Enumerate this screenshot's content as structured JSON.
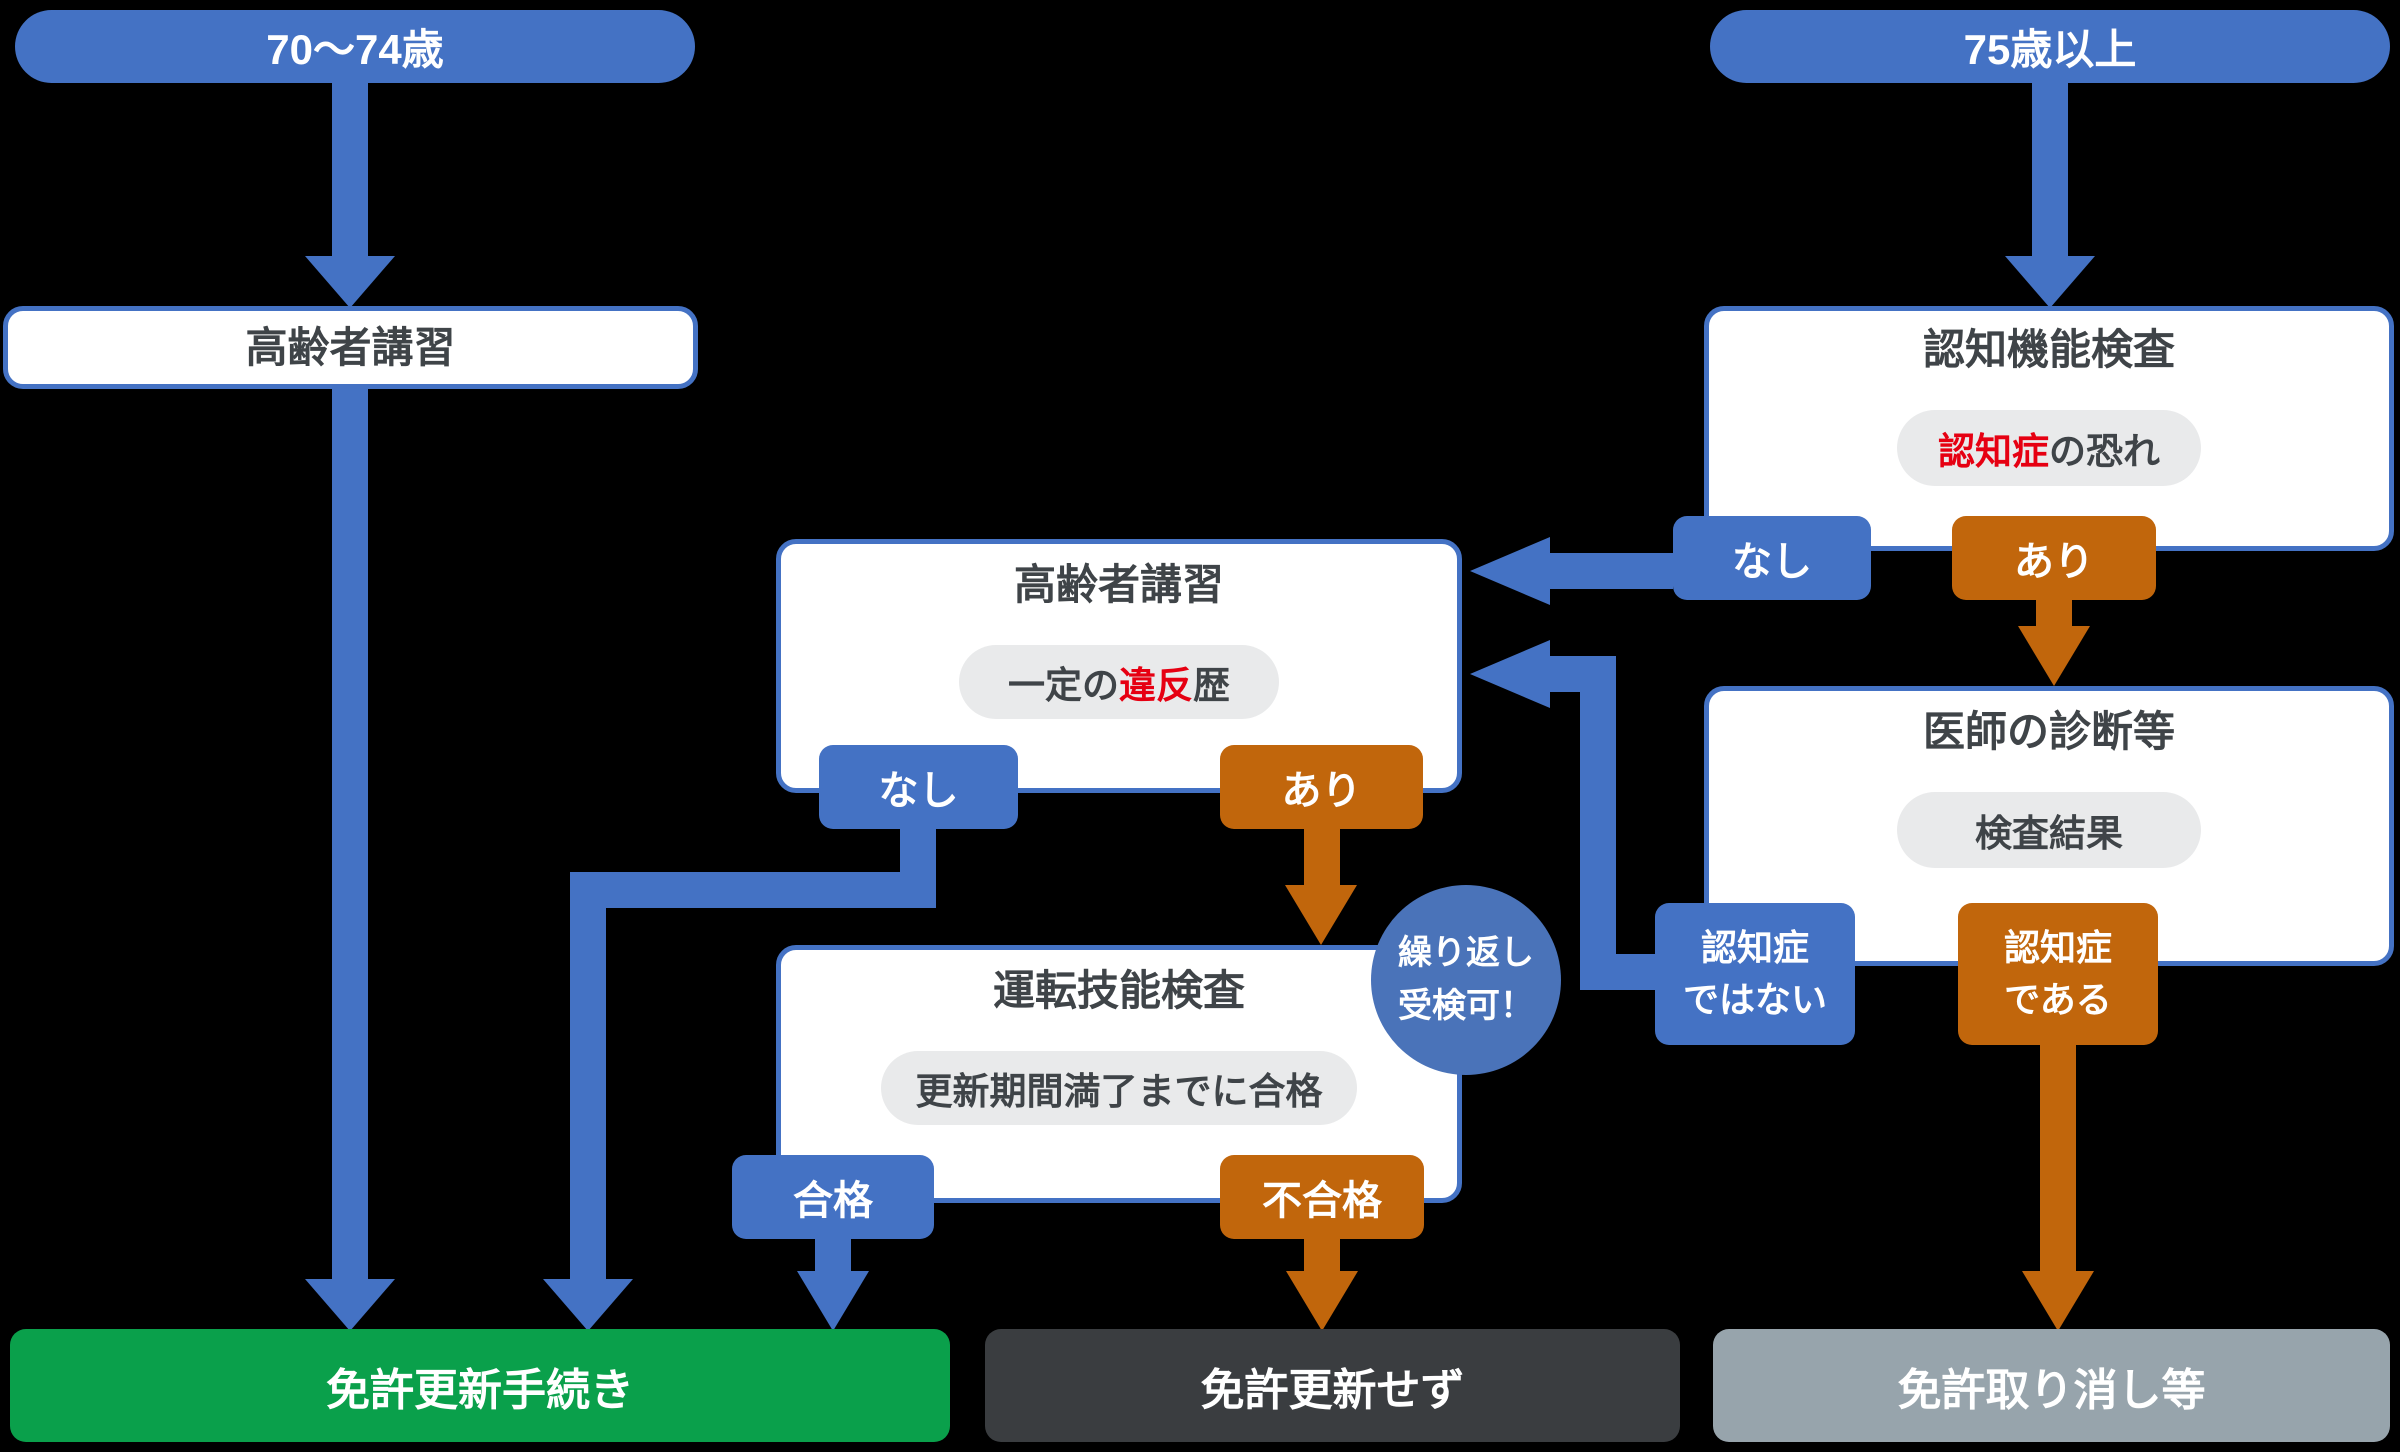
{
  "colors": {
    "blue": "#4472c4",
    "circleblue": "#4a73b9",
    "orange": "#c1660c",
    "green": "#0aa04b",
    "dark": "#3a3d40",
    "gray": "#97a4ac",
    "red": "#e60012",
    "pillgray": "#e9eaeb",
    "ink": "#3f4448",
    "bg": "#000000"
  },
  "start": {
    "left_label": "70〜74歳",
    "right_label": "75歳以上"
  },
  "nodes": {
    "left_course": {
      "title": "高齢者講習"
    },
    "cognitive_test": {
      "title": "認知機能検査",
      "risk_red": "認知症",
      "risk_rest": "の恐れ"
    },
    "middle_course": {
      "title": "高齢者講習",
      "violation_pre": "一定の",
      "violation_red": "違反",
      "violation_post": "歴"
    },
    "doctor": {
      "title": "医師の診断等",
      "pill": "検査結果"
    },
    "skill_test": {
      "title": "運転技能検査",
      "pill": "更新期間満了までに合格"
    }
  },
  "tags": {
    "none_1": "なし",
    "yes_1": "あり",
    "none_2": "なし",
    "yes_2": "あり",
    "not_dementia_l1": "認知症",
    "not_dementia_l2": "ではない",
    "is_dementia_l1": "認知症",
    "is_dementia_l2": "である",
    "pass": "合格",
    "fail": "不合格"
  },
  "note_circle": {
    "line1": "繰り返し",
    "line2": "受検可！"
  },
  "outcomes": {
    "renew": "免許更新手続き",
    "no_renew": "免許更新せず",
    "revoke": "免許取り消し等"
  }
}
